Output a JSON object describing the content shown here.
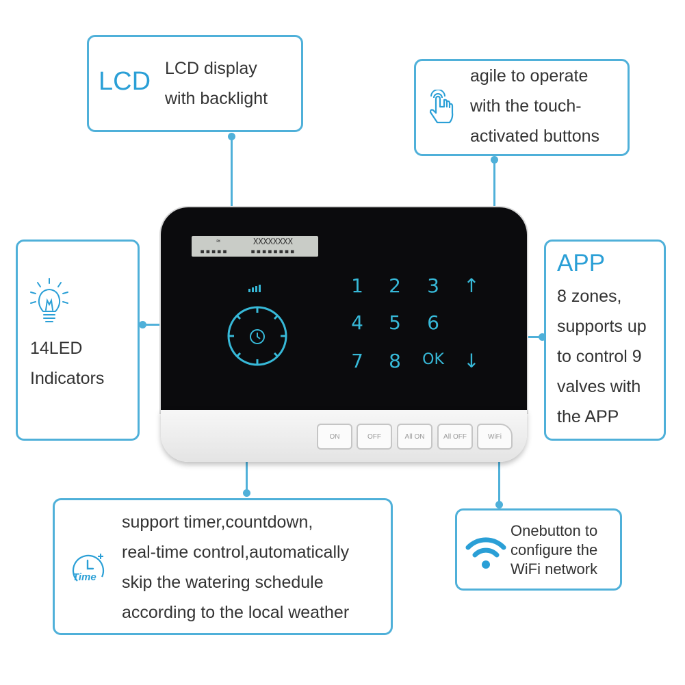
{
  "lcd_callout": {
    "heading": "LCD",
    "line1": "LCD display",
    "line2": "with backlight"
  },
  "touch_callout": {
    "line1": "agile to operate",
    "line2": "with the touch-",
    "line3": "activated buttons"
  },
  "led_callout": {
    "line1": "14LED",
    "line2": "Indicators"
  },
  "app_callout": {
    "heading": "APP",
    "line1": "8 zones,",
    "line2": "supports up",
    "line3": "to control 9",
    "line4": "valves with",
    "line5": "the APP"
  },
  "timer_callout": {
    "line1": "support timer,countdown,",
    "line2": "real-time control,automatically",
    "line3": "skip the watering schedule",
    "line4": "according to the local weather",
    "icon_label": "Time"
  },
  "wifi_callout": {
    "line1": "Onebutton to",
    "line2": "configure the",
    "line3": "WiFi network"
  },
  "device": {
    "lcd_top": "XXXXXXXX",
    "keys": [
      "1",
      "2",
      "3",
      "↑",
      "4",
      "5",
      "6",
      "",
      "7",
      "8",
      "OK",
      "↓"
    ],
    "buttons": [
      "ON",
      "OFF",
      "All ON",
      "All OFF",
      "WiFi"
    ]
  },
  "colors": {
    "accent": "#2a9fd6",
    "border": "#4fb0d9",
    "key_glow": "#37b9d8",
    "device_body": "#0b0b0d"
  }
}
